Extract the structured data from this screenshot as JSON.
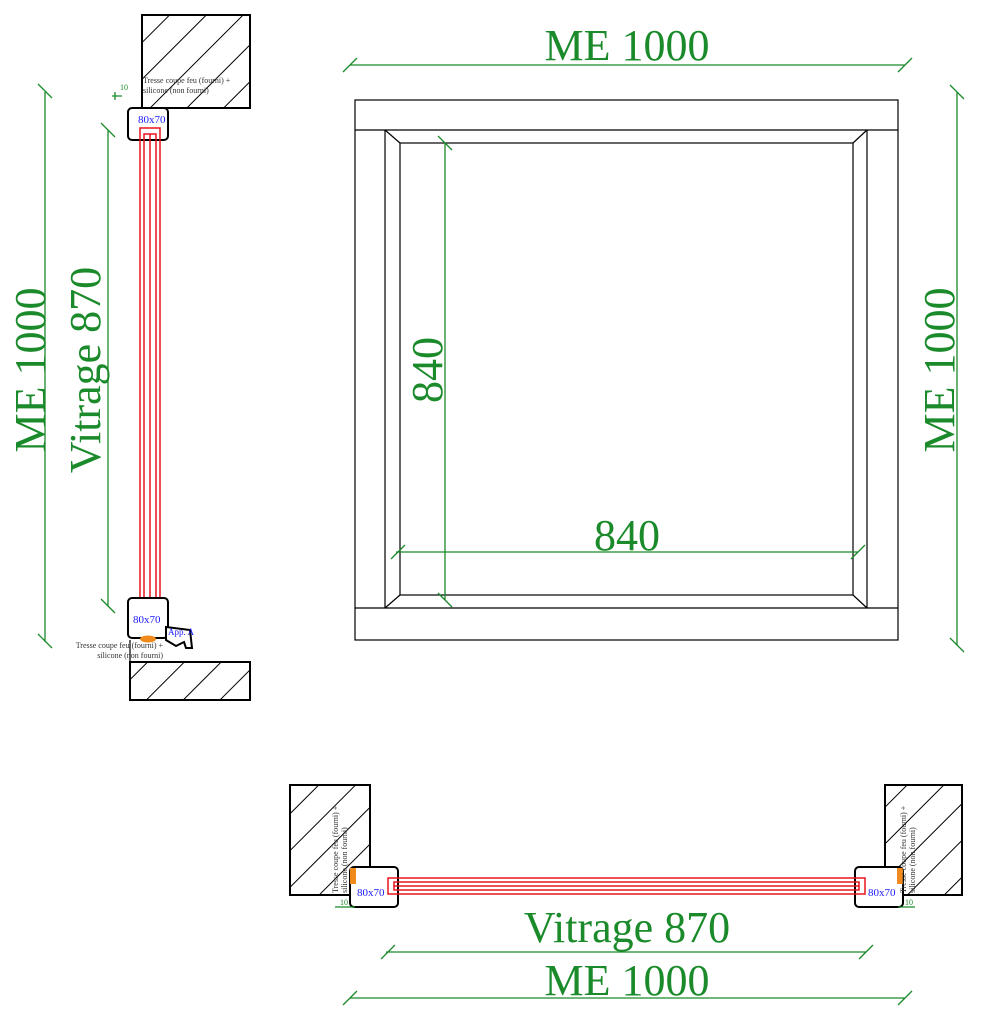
{
  "colors": {
    "dimension": "#1a8a2a",
    "glass": "#e8141c",
    "label": "#1a1aff",
    "seal": "#f08a1c"
  },
  "top_view": {
    "width_label": "ME 1000",
    "height_label": "ME 1000",
    "inner_height": "840",
    "inner_width": "840"
  },
  "side_section": {
    "height_label": "ME 1000",
    "glass_label": "Vitrage 870",
    "profile_top": "80x70",
    "profile_bottom": "80x70",
    "gap": "10",
    "app_label": "App. A",
    "seal_top_line1": "Tresse coupe feu (fourni) +",
    "seal_top_line2": "silicone (non fourni)",
    "seal_bottom_line1": "Tresse coupe feu (fourni) +",
    "seal_bottom_line2": "silicone (non fourni)"
  },
  "plan_section": {
    "glass_label": "Vitrage 870",
    "width_label": "ME 1000",
    "profile_left": "80x70",
    "profile_right": "80x70",
    "gap_left": "10",
    "gap_right": "10",
    "seal_left_line1": "Tresse coupe feu (fourni) +",
    "seal_left_line2": "silicone (non fourni)",
    "seal_right_line1": "Tresse coupe feu (fourni) +",
    "seal_right_line2": "silicone (non fourni)"
  }
}
